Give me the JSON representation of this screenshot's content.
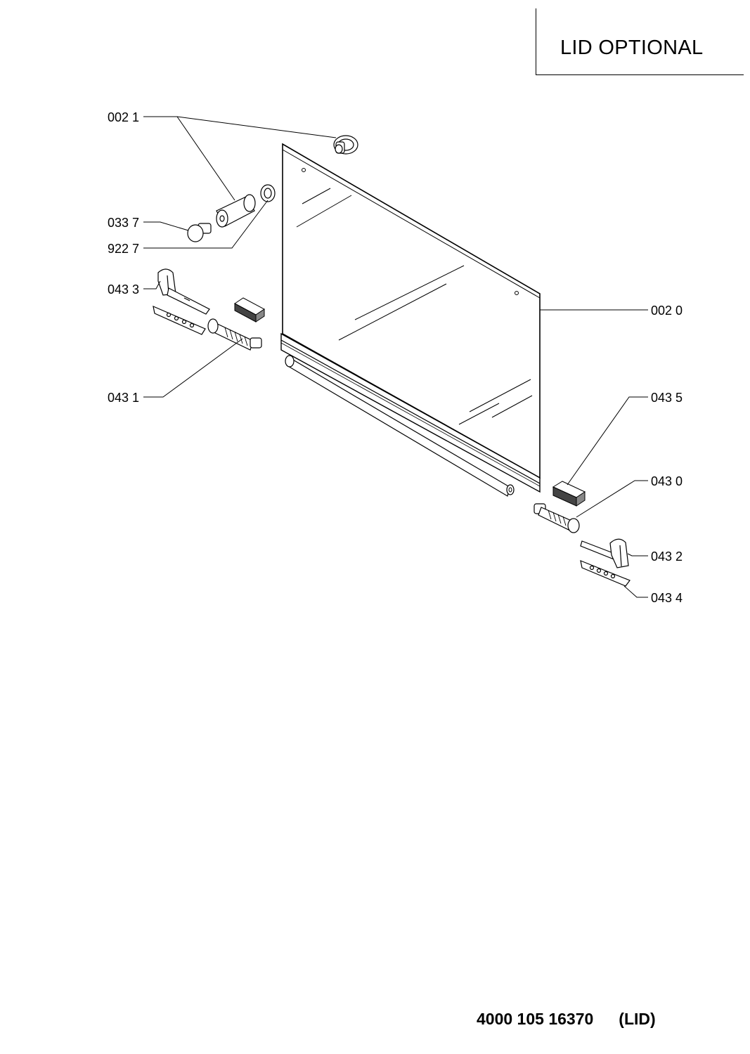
{
  "header": {
    "title": "LID OPTIONAL"
  },
  "footer": {
    "part_number": "4000 105 16370",
    "suffix": "(LID)"
  },
  "callouts": {
    "c0021": "002 1",
    "c0337": "033 7",
    "c9227": "922 7",
    "c0433": "043 3",
    "c0431": "043 1",
    "c0020": "002 0",
    "c0435": "043 5",
    "c0430": "043 0",
    "c0432": "043 2",
    "c0434": "043 4"
  }
}
